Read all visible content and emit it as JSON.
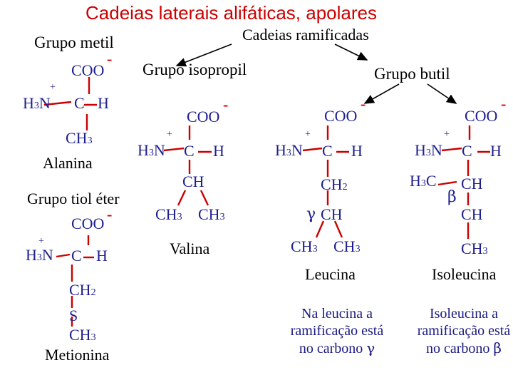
{
  "title": "Cadeias laterais alifáticas, apolares",
  "headers": {
    "grupo_metil": "Grupo metil",
    "cadeias_ramificadas": "Cadeias ramificadas",
    "grupo_isopropil": "Grupo isopropil",
    "grupo_butil": "Grupo butil",
    "grupo_tiol_eter": "Grupo tiol éter"
  },
  "atoms": {
    "coo": "COO",
    "minus": "-",
    "plus": "+",
    "h3n": "H",
    "three": "3",
    "n": "N",
    "c": "C",
    "h": "H",
    "ch": "CH",
    "ch3": "CH",
    "two": "2",
    "s": "S",
    "h3c_h": "H",
    "h3c_c": "C",
    "gamma": "γ",
    "beta": "β"
  },
  "names": {
    "alanina": "Alanina",
    "valina": "Valina",
    "leucina": "Leucina",
    "isoleucina": "Isoleucina",
    "metionina": "Metionina"
  },
  "notes": {
    "leucina": "Na leucina a ramificação está no carbono",
    "isoleucina": "Isoleucina a ramificação está no carbono"
  },
  "colors": {
    "title": "#cc0000",
    "bonds": "#cc0000",
    "arrows": "#000000",
    "notes": "#1a1a80"
  }
}
